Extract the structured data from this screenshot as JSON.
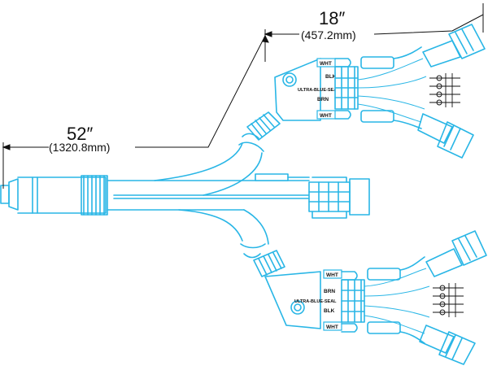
{
  "dimensions": {
    "long": {
      "imperial": "52″",
      "metric": "(1320.8mm)"
    },
    "short": {
      "imperial": "18″",
      "metric": "(457.2mm)"
    }
  },
  "upper_breakout": {
    "labels": [
      "WHT",
      "BLK",
      "ULTRA-BLUE-SEAL",
      "BRN",
      "WHT"
    ]
  },
  "lower_breakout": {
    "labels": [
      "WHT",
      "BRN",
      "ULTRA-BLUE-SEAL",
      "BLK",
      "WHT"
    ]
  },
  "colors": {
    "cable": "#29b6e6",
    "ink": "#111111"
  }
}
